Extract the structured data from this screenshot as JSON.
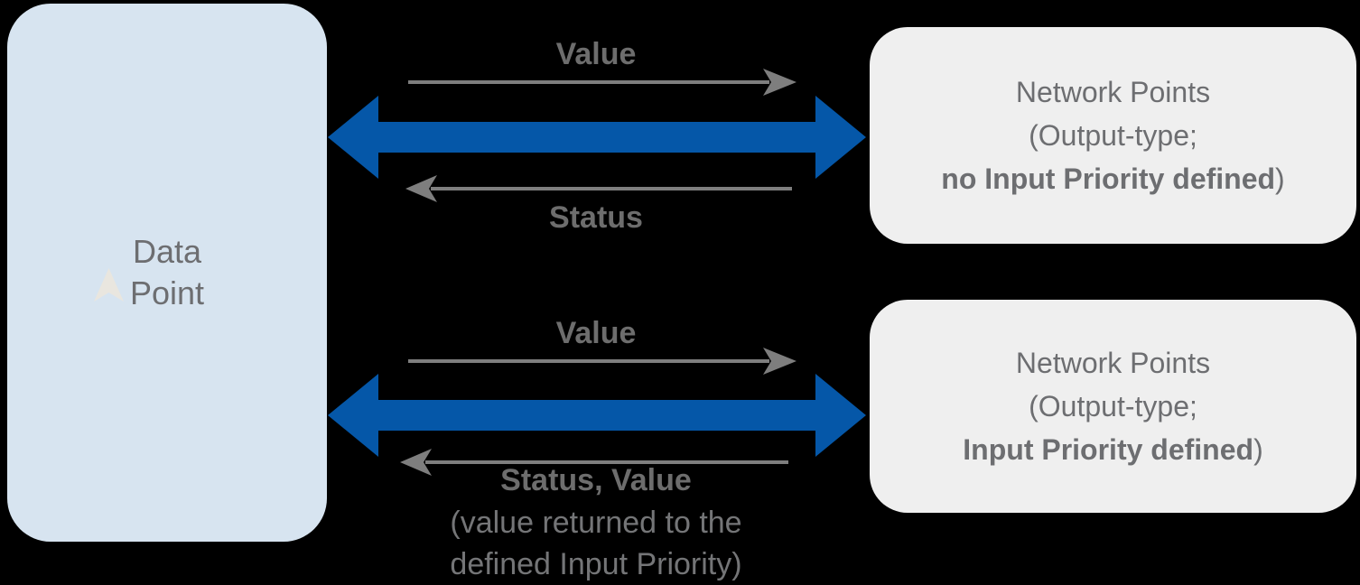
{
  "colors": {
    "background": "#000000",
    "data_point_box_fill": "#d7e4f0",
    "network_box_fill": "#efefef",
    "node_text": "#6d6e71",
    "label_text": "#6d6d6d",
    "caption_text": "#747577",
    "arrow_blue": "#0557a8",
    "arrow_gray": "#7e7e7e",
    "cursor_fill": "#e9e6df"
  },
  "data_point_box": {
    "line1": "Data",
    "line2": "Point"
  },
  "top_flow": {
    "forward_label": "Value",
    "return_label": "Status",
    "target": {
      "line1": "Network Points",
      "line2": "(Output-type;",
      "line3_bold": "no Input Priority defined",
      "line3_tail": ")"
    }
  },
  "bottom_flow": {
    "forward_label": "Value",
    "return_label": "Status, Value",
    "return_caption_line1": "(value returned to the",
    "return_caption_line2": "defined Input Priority)",
    "target": {
      "line1": "Network Points",
      "line2": "(Output-type;",
      "line3_bold": "Input Priority defined",
      "line3_tail": ")"
    }
  },
  "icons": {
    "bidirectional_arrow": "thick blue double-headed horizontal arrow",
    "forward_arrow": "thin gray arrow pointing right",
    "return_arrow": "thin gray arrow pointing left",
    "mouse_cursor": "faint cursor arrow artifact over left box"
  }
}
